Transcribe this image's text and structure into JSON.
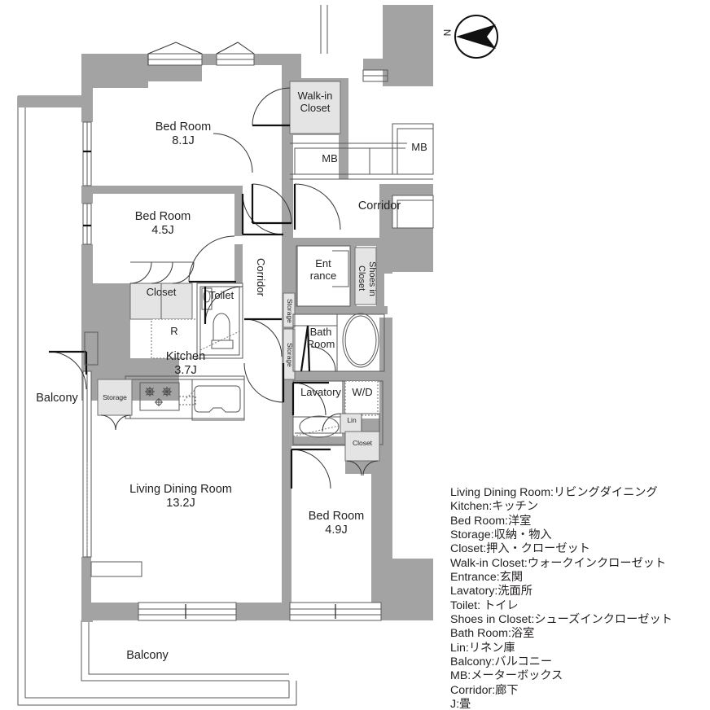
{
  "document": {
    "type": "apartment-floor-plan",
    "title": "Apartment Floor Plan"
  },
  "colors": {
    "wall_fill": "#a3a3a3",
    "wall_stroke": "#7d7d7d",
    "closet_fill": "#e4e4e4",
    "line": "#5a5a5a",
    "text": "#231f20",
    "background": "#ffffff"
  },
  "compass": {
    "label": "N"
  },
  "rooms": [
    {
      "id": "bedroom-81",
      "name": "Bed Room",
      "size": "8.1J"
    },
    {
      "id": "bedroom-45",
      "name": "Bed Room",
      "size": "4.5J"
    },
    {
      "id": "bedroom-49",
      "name": "Bed Room",
      "size": "4.9J"
    },
    {
      "id": "kitchen",
      "name": "Kitchen",
      "size": "3.7J"
    },
    {
      "id": "living-dining",
      "name": "Living Dining Room",
      "size": "13.2J"
    }
  ],
  "labels": {
    "bedroom_81_name": "Bed Room",
    "bedroom_81_size": "8.1J",
    "bedroom_45_name": "Bed Room",
    "bedroom_45_size": "4.5J",
    "bedroom_49_name": "Bed Room",
    "bedroom_49_size": "4.9J",
    "kitchen_name": "Kitchen",
    "kitchen_size": "3.7J",
    "living_name": "Living Dining Room",
    "living_size": "13.2J",
    "walk_in_closet": "Walk-in\nCloset",
    "closet": "Closet",
    "closet_small": "Closet",
    "toilet": "Toilet",
    "corridor_outer": "Corridor",
    "corridor_inner": "Corridor",
    "entrance": "Ent\nrance",
    "shoes_in_closet": "Shoes in\nCloset",
    "bath_room": "Bath\nRoom",
    "lavatory": "Lavatory",
    "washer_dryer": "W/D",
    "linen": "Lin",
    "storage_kitchen": "Storage",
    "storage_vert_1": "Storage",
    "storage_vert_2": "Storage",
    "refrigerator": "R",
    "mb_left": "MB",
    "mb_right": "MB",
    "balcony_left": "Balcony",
    "balcony_bottom": "Balcony"
  },
  "legend": {
    "title": "",
    "entries": [
      "Living Dining Room:リビングダイニング",
      "Kitchen:キッチン",
      "Bed Room:洋室",
      "Storage:収納・物入",
      "Closet:押入・クローゼット",
      "Walk-in Closet:ウォークインクローゼット",
      "Entrance:玄関",
      "Lavatory:洗面所",
      "Toilet: トイレ",
      "Shoes in Closet:シューズインクローゼット",
      "Bath Room:浴室",
      "Lin:リネン庫",
      "Balcony:バルコニー",
      "MB:メーターボックス",
      "Corridor:廊下",
      "J:畳"
    ]
  }
}
